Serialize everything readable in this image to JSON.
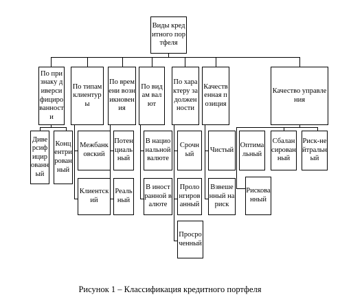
{
  "diagram": {
    "root": {
      "label": "Виды кредитного портфеля"
    },
    "categories": [
      {
        "label": "По признаку диверсифицированности",
        "items": [
          {
            "label": "Диверсифицированный"
          },
          {
            "label": "Концентрированный"
          }
        ]
      },
      {
        "label": "По типам клиентуры",
        "items": [
          {
            "label": "Межбанковский"
          },
          {
            "label": "Клиентский"
          }
        ]
      },
      {
        "label": "По времени возникновения",
        "items": [
          {
            "label": "Потенциальный"
          },
          {
            "label": "Реальный"
          }
        ]
      },
      {
        "label": "По видам валют",
        "items": [
          {
            "label": "В национальной валюте"
          },
          {
            "label": "В иностранной валюте"
          }
        ]
      },
      {
        "label": "По характеру задолженности",
        "items": [
          {
            "label": "Срочный"
          },
          {
            "label": "Пролонгированный"
          },
          {
            "label": "Просроченный"
          }
        ]
      },
      {
        "label": "Качественная позиция",
        "items": [
          {
            "label": "Чистый"
          },
          {
            "label": "Взвешенный на риск"
          }
        ]
      },
      {
        "label": "Качество управления",
        "items": [
          {
            "label": "Оптимальный"
          },
          {
            "label": "Рискованный"
          },
          {
            "label": "Сбалансированный"
          },
          {
            "label": "Риск-нейтральный"
          }
        ]
      }
    ]
  },
  "caption": "Рисунок 1 – Классификация кредитного портфеля"
}
